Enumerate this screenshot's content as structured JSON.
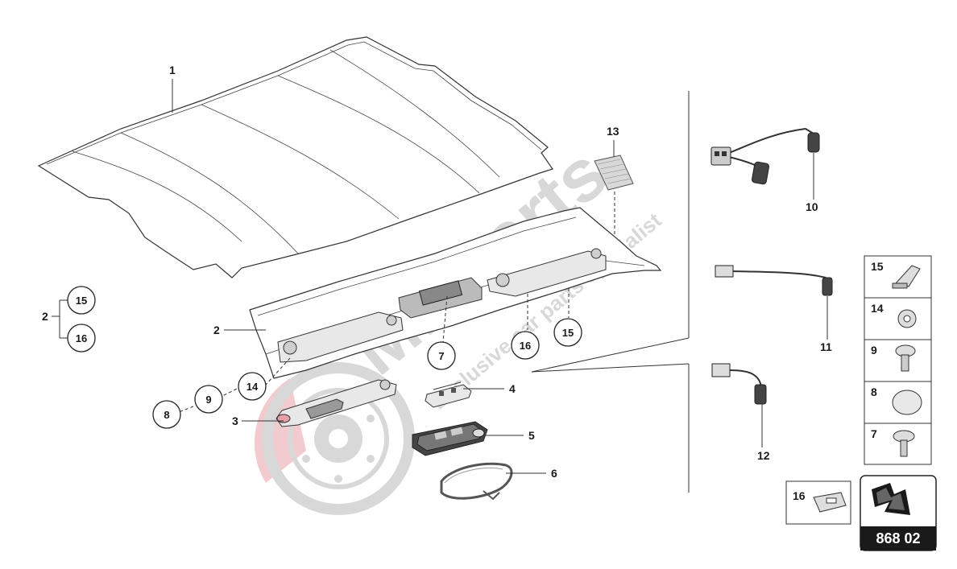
{
  "diagram": {
    "watermark": {
      "brand": "Misparts",
      "tagline": "Exclusive car parts specialist"
    },
    "part_labels": {
      "p1": "1",
      "p2": "2",
      "p2_group": "2",
      "p3": "3",
      "p4": "4",
      "p5": "5",
      "p6": "6",
      "p10": "10",
      "p11": "11",
      "p12": "12",
      "p13": "13"
    },
    "callouts": {
      "c7": "7",
      "c8": "8",
      "c9": "9",
      "c14": "14",
      "c15_group": "15",
      "c16_group": "16",
      "c16": "16",
      "c15": "15"
    },
    "legend": {
      "items": [
        {
          "num": "15",
          "icon": "clip-icon"
        },
        {
          "num": "14",
          "icon": "washer-icon"
        },
        {
          "num": "9",
          "icon": "screw-icon"
        },
        {
          "num": "8",
          "icon": "cap-icon"
        },
        {
          "num": "7",
          "icon": "bolt-icon"
        }
      ],
      "extra": {
        "num": "16",
        "icon": "retainer-clip-icon"
      }
    },
    "diagram_number": "868 02",
    "colors": {
      "line": "#333333",
      "watermark_grey": "#b8b8b8",
      "watermark_red": "#e8a0a8",
      "badge_bg": "#1a1a1a"
    }
  }
}
